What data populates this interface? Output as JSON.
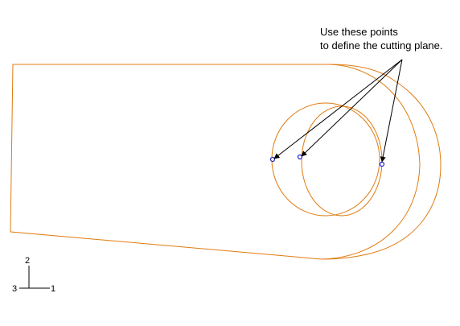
{
  "annotation": {
    "line1": "Use these points",
    "line2": "to define the cutting plane."
  },
  "triad": {
    "axis_vertical": "2",
    "axis_horizontal": "1",
    "axis_out": "3"
  },
  "colors": {
    "part_edge": "#e07b10",
    "point_marker": "#2222cc",
    "arrow": "#000000",
    "background": "#ffffff"
  },
  "selectable_points_count": 3
}
